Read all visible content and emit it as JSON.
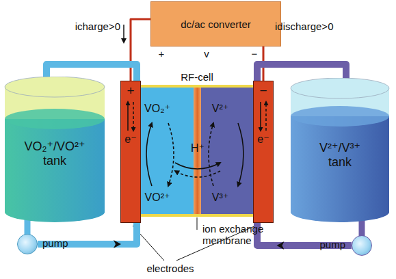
{
  "diagram": {
    "nodes": [
      {
        "text": [
          "dc/ac converter"
        ]
      },
      {
        "text": [
          "VO₂⁺/VO²⁺ tank"
        ]
      },
      {
        "text": [
          "pump"
        ]
      },
      {
        "text": [
          "+",
          "e⁻"
        ]
      },
      {
        "text": [
          "−",
          "e⁻"
        ]
      },
      {
        "text": [
          "V²⁺/V³⁺ tank"
        ]
      },
      {
        "text": [
          "pump"
        ]
      }
    ],
    "edges": [
      {
        "from": 0,
        "to": 3,
        "arrow": "none"
      },
      {
        "from": 0,
        "to": 4,
        "arrow": "none"
      },
      {
        "from": 1,
        "to": 3,
        "arrow": "none"
      },
      {
        "from": 2,
        "to": 3,
        "arrow": "to"
      },
      {
        "from": 5,
        "to": 4,
        "arrow": "none"
      },
      {
        "from": 6,
        "to": 4,
        "arrow": "to"
      }
    ],
    "labels": [
      "icharge>0",
      "idischarge>0",
      "+",
      "v",
      "−",
      "RF-cell",
      "VO₂⁺",
      "H⁺",
      "V²⁺",
      "VO²⁺",
      "V³⁺",
      "ion exchange membrane",
      "electrodes"
    ]
  }
}
